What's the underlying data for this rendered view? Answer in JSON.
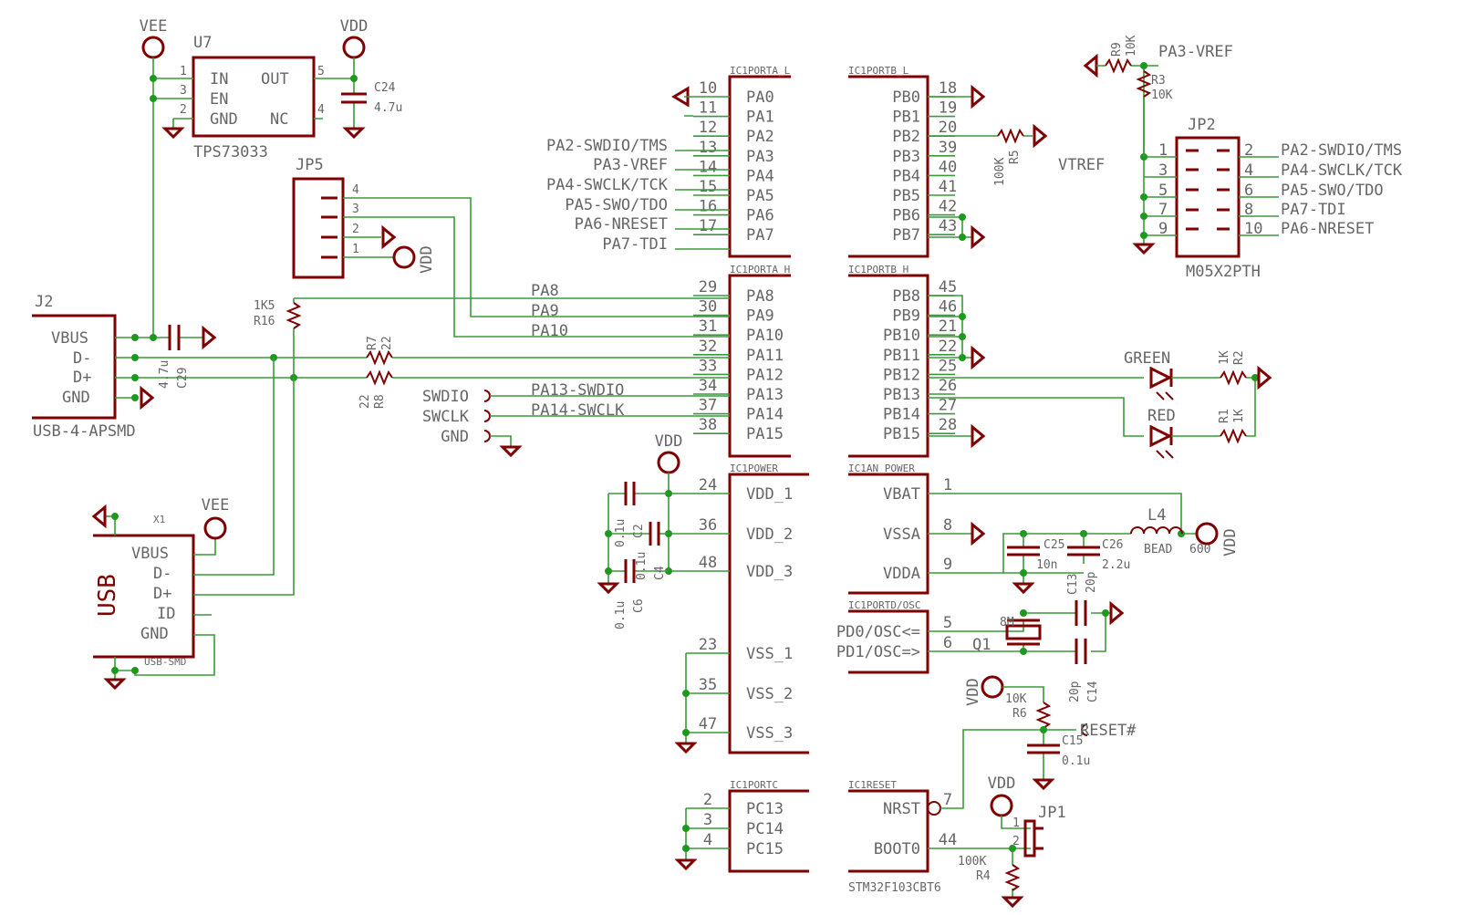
{
  "left_labels": [
    "PA2-SWDIO/TMS",
    "PA3-VREF",
    "PA4-SWCLK/TCK",
    "PA5-SWO/TDO",
    "PA6-NRESET",
    "PA7-TDI"
  ],
  "pa_l": {
    "name": "IC1PORTA_L",
    "pins": [
      [
        "10",
        "PA0"
      ],
      [
        "11",
        "PA1"
      ],
      [
        "12",
        "PA2"
      ],
      [
        "13",
        "PA3"
      ],
      [
        "14",
        "PA4"
      ],
      [
        "15",
        "PA5"
      ],
      [
        "16",
        "PA6"
      ],
      [
        "17",
        "PA7"
      ]
    ]
  },
  "pb_l": {
    "name": "IC1PORTB_L",
    "pins": [
      [
        "18",
        "PB0"
      ],
      [
        "19",
        "PB1"
      ],
      [
        "20",
        "PB2"
      ],
      [
        "39",
        "PB3"
      ],
      [
        "40",
        "PB4"
      ],
      [
        "41",
        "PB5"
      ],
      [
        "42",
        "PB6"
      ],
      [
        "43",
        "PB7"
      ]
    ]
  },
  "pa_h": {
    "name": "IC1PORTA_H",
    "pins": [
      [
        "29",
        "PA8"
      ],
      [
        "30",
        "PA9"
      ],
      [
        "31",
        "PA10"
      ],
      [
        "32",
        "PA11"
      ],
      [
        "33",
        "PA12"
      ],
      [
        "34",
        "PA13"
      ],
      [
        "37",
        "PA14"
      ],
      [
        "38",
        "PA15"
      ]
    ]
  },
  "pb_h": {
    "name": "IC1PORTB_H",
    "pins": [
      [
        "45",
        "PB8"
      ],
      [
        "46",
        "PB9"
      ],
      [
        "21",
        "PB10"
      ],
      [
        "22",
        "PB11"
      ],
      [
        "25",
        "PB12"
      ],
      [
        "26",
        "PB13"
      ],
      [
        "27",
        "PB14"
      ],
      [
        "28",
        "PB15"
      ]
    ]
  },
  "pwr": {
    "name": "IC1POWER",
    "pins": [
      [
        "24",
        "VDD_1"
      ],
      [
        "36",
        "VDD_2"
      ],
      [
        "48",
        "VDD_3"
      ],
      [
        "23",
        "VSS_1"
      ],
      [
        "35",
        "VSS_2"
      ],
      [
        "47",
        "VSS_3"
      ]
    ]
  },
  "an": {
    "name": "IC1AN_POWER",
    "pins": [
      [
        "1",
        "VBAT"
      ],
      [
        "8",
        "VSSA"
      ],
      [
        "9",
        "VDDA"
      ]
    ]
  },
  "osc": {
    "name": "IC1PORTD/OSC",
    "pins": [
      [
        "5",
        "PD0/OSC<="
      ],
      [
        "6",
        "PD1/OSC=>"
      ]
    ]
  },
  "pc": {
    "name": "IC1PORTC",
    "pins": [
      [
        "2",
        "PC13"
      ],
      [
        "3",
        "PC14"
      ],
      [
        "4",
        "PC15"
      ]
    ]
  },
  "rst": {
    "name": "IC1RESET",
    "pins": [
      [
        "7",
        "NRST"
      ],
      [
        "44",
        "BOOT0"
      ]
    ]
  },
  "mcu_part": "STM32F103CBT6",
  "wire_labels": {
    "pa8": "PA8",
    "pa9": "PA9",
    "pa10": "PA10",
    "pa13": "PA13-SWDIO",
    "pa14": "PA14-SWCLK"
  },
  "swd_labels": [
    "SWDIO",
    "SWCLK",
    "GND"
  ],
  "u7": {
    "name": "U7",
    "part": "TPS73033",
    "pins": [
      [
        "1",
        "IN"
      ],
      [
        "3",
        "EN"
      ],
      [
        "2",
        "GND"
      ]
    ],
    "rpins": [
      [
        "5",
        "OUT"
      ],
      [
        "4",
        "NC"
      ]
    ]
  },
  "supplies": {
    "vee": "VEE",
    "vdd": "VDD"
  },
  "c24": {
    "name": "C24",
    "value": "4.7u"
  },
  "jp5": {
    "name": "JP5",
    "pins": [
      "4",
      "3",
      "2",
      "1"
    ]
  },
  "j2": {
    "name": "J2",
    "part": "USB-4-APSMD",
    "pins": [
      "VBUS",
      "D-",
      "D+",
      "GND"
    ]
  },
  "c29": {
    "name": "C29",
    "value": "4.7u"
  },
  "r16": {
    "name": "R16",
    "value": "1K5"
  },
  "r7": {
    "name": "R7",
    "value": "22"
  },
  "r8": {
    "name": "R8",
    "value": "22"
  },
  "x1": {
    "name": "X1",
    "title": "USB",
    "part": "USB-SMD",
    "pins": [
      "VBUS",
      "D-",
      "D+",
      "ID",
      "GND"
    ]
  },
  "caps_pwr": [
    {
      "name": "C2",
      "value": "0.1u"
    },
    {
      "name": "C4",
      "value": "0.1u"
    },
    {
      "name": "C6",
      "value": "0.1u"
    }
  ],
  "r9": {
    "name": "R9",
    "value": "10K"
  },
  "r3": {
    "name": "R3",
    "value": "10K"
  },
  "pa3_vref": "PA3-VREF",
  "jp2": {
    "name": "JP2",
    "part": "M05X2PTH",
    "left_label": "VTREF",
    "left_pins": [
      "1",
      "3",
      "5",
      "7",
      "9"
    ],
    "right_pins": [
      "2",
      "4",
      "6",
      "8",
      "10"
    ],
    "right_labels": [
      "PA2-SWDIO/TMS",
      "PA4-SWCLK/TCK",
      "PA5-SWO/TDO",
      "PA7-TDI",
      "PA6-NRESET"
    ]
  },
  "r5": {
    "name": "R5",
    "value": "100K"
  },
  "leds": [
    {
      "name": "GREEN"
    },
    {
      "name": "RED"
    }
  ],
  "r1": {
    "name": "R1",
    "value": "1K"
  },
  "r2": {
    "name": "R2",
    "value": "1K"
  },
  "c25": {
    "name": "C25",
    "value": "10n"
  },
  "c26": {
    "name": "C26",
    "value": "2.2u"
  },
  "l4": {
    "name": "L4",
    "part": "BEAD",
    "value": "600"
  },
  "c13": {
    "name": "C13",
    "value": "20p"
  },
  "c14": {
    "name": "C14",
    "value": "20p"
  },
  "q1": {
    "name": "Q1",
    "value": "8M"
  },
  "r6": {
    "name": "R6",
    "value": "10K"
  },
  "c15": {
    "name": "C15",
    "value": "0.1u"
  },
  "reset_label": "RESET#",
  "jp1": {
    "name": "JP1",
    "pins": [
      "1",
      "2"
    ]
  },
  "r4": {
    "name": "R4",
    "value": "100K"
  }
}
